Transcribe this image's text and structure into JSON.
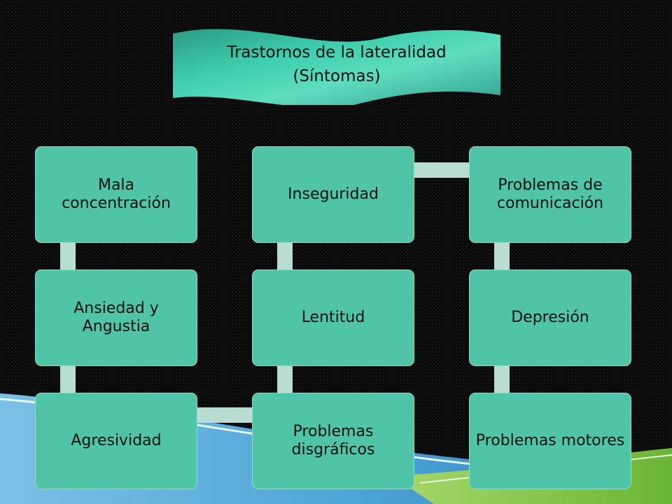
{
  "title": {
    "line1": "Trastornos de la lateralidad",
    "line2": "(Síntomas)"
  },
  "nodes": [
    {
      "id": "mala-concentracion",
      "label": "Mala concentración"
    },
    {
      "id": "ansiedad-angustia",
      "label": "Ansiedad y Angustia"
    },
    {
      "id": "agresividad",
      "label": "Agresividad"
    },
    {
      "id": "problemas-disgraficos",
      "label": "Problemas disgráficos"
    },
    {
      "id": "lentitud",
      "label": "Lentitud"
    },
    {
      "id": "inseguridad",
      "label": "Inseguridad"
    },
    {
      "id": "problemas-comunicacion",
      "label": "Problemas de comunicación"
    },
    {
      "id": "depresion",
      "label": "Depresión"
    },
    {
      "id": "problemas-motores",
      "label": "Problemas motores"
    }
  ],
  "colors": {
    "node_fill": "#4fc4a6",
    "connector": "#b9ddd2",
    "banner": "#3ecfae",
    "background": "#050505",
    "wave_blue": "#4fa6d8",
    "wave_green": "#7cc23f"
  }
}
